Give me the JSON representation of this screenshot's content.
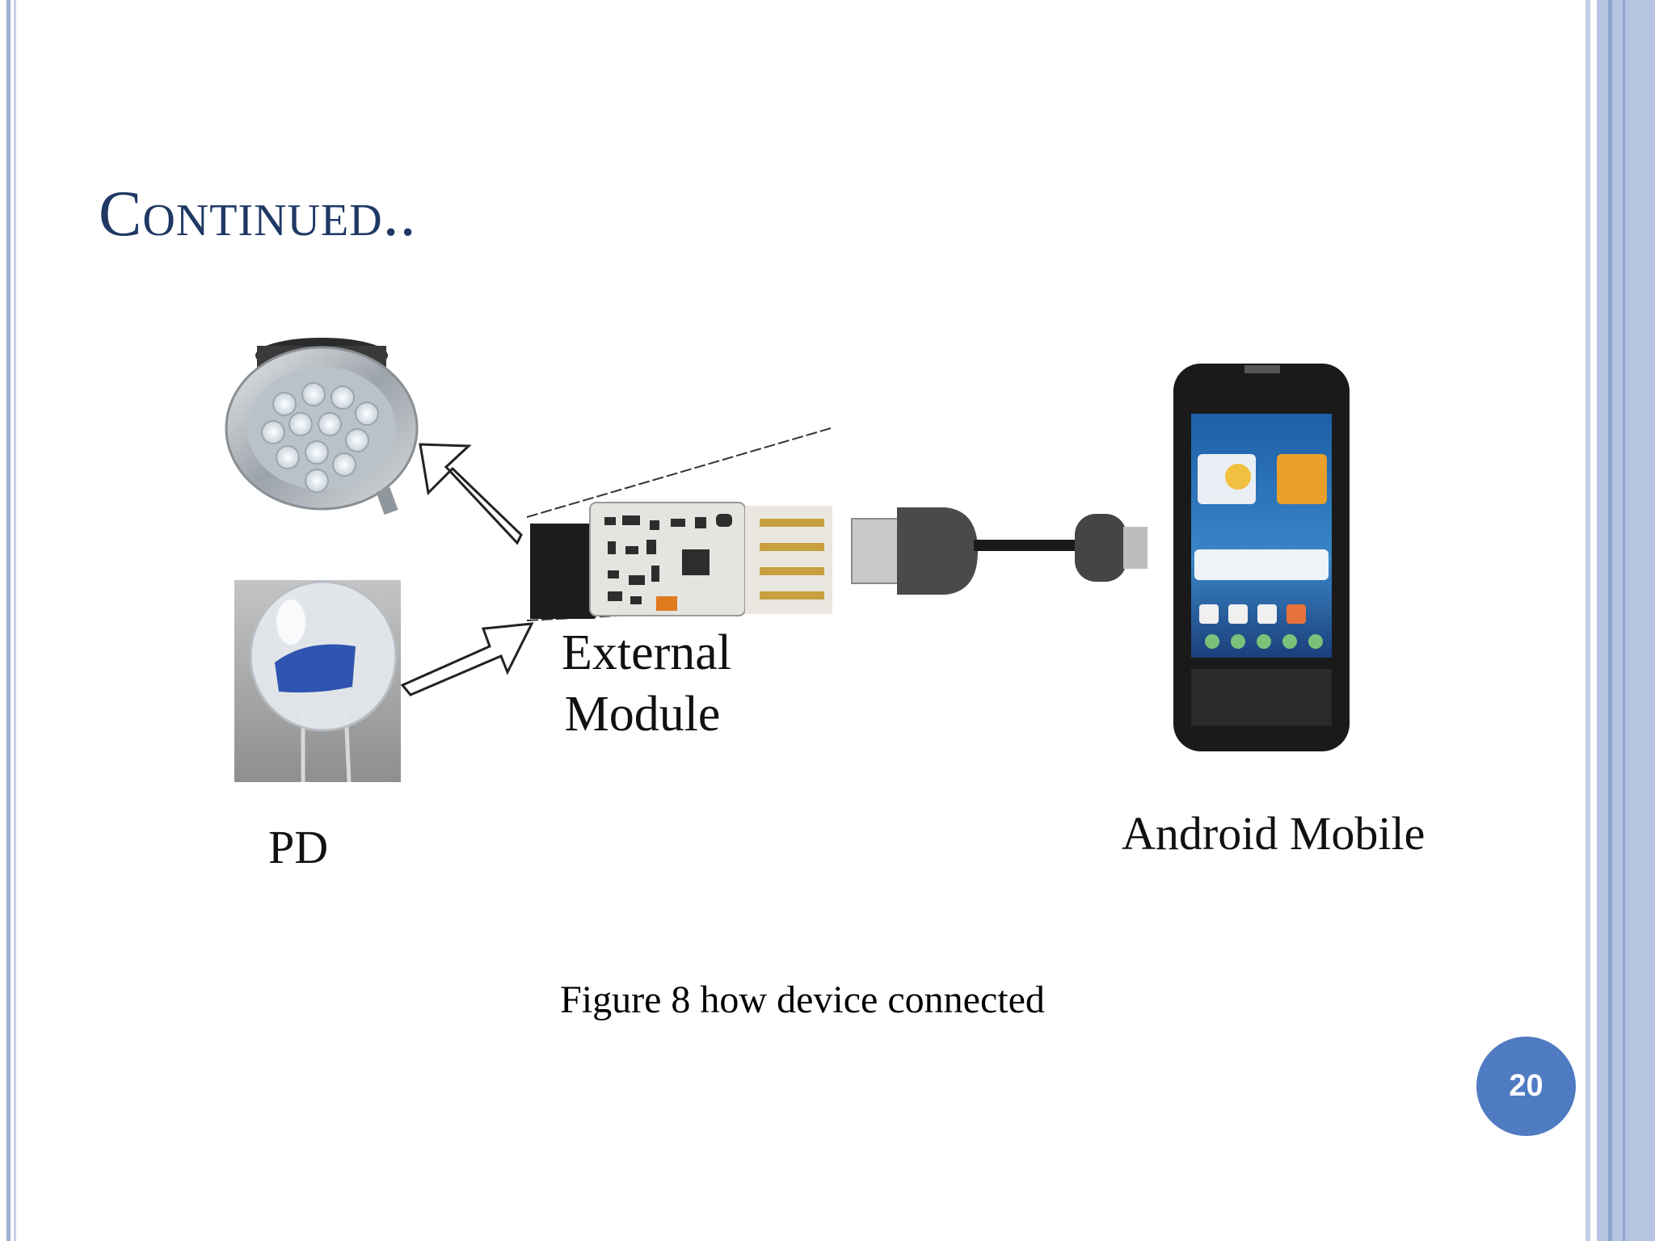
{
  "slide": {
    "title": "Continued..",
    "page_number": "20"
  },
  "figure": {
    "label_external": "External\nModule",
    "label_pd": "PD",
    "label_android": "Android Mobile",
    "caption": "Figure 8 how device connected"
  },
  "colors": {
    "title": "#1f3864",
    "badge": "#4e7bc1",
    "border": "#b5c5e2"
  }
}
